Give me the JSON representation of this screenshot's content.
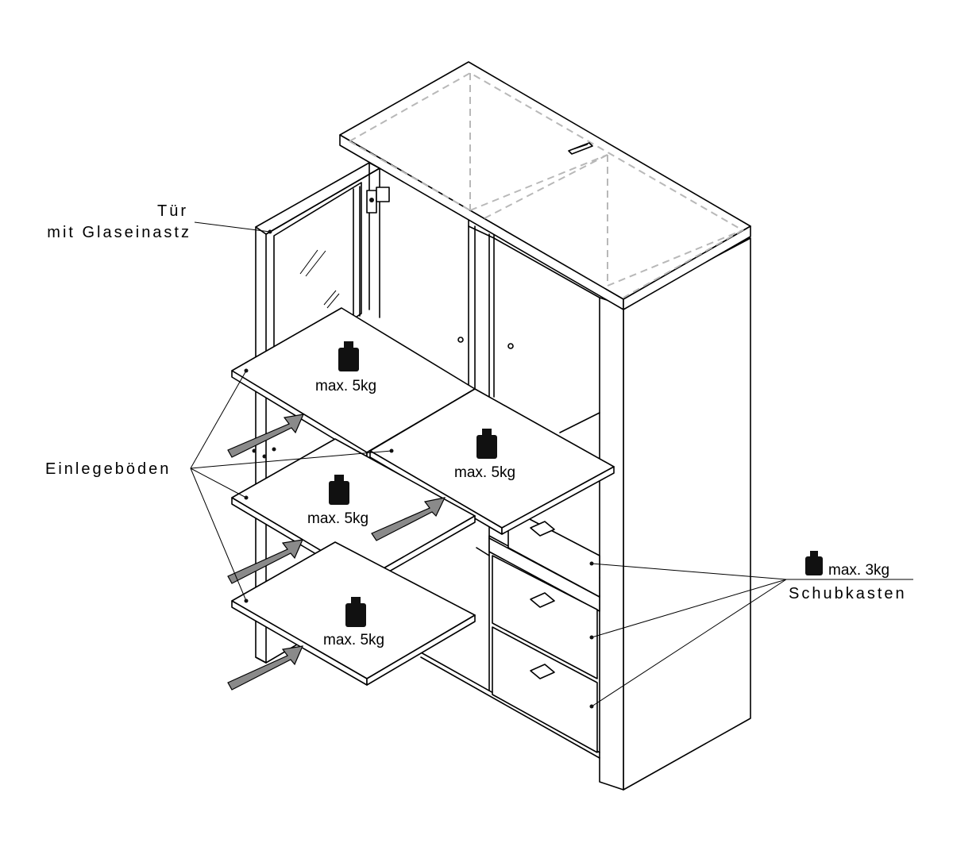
{
  "labels": {
    "door_line1": "Tür",
    "door_line2": "mit Glaseinastz",
    "shelves": "Einlegeböden",
    "drawer_load": "max. 3kg",
    "drawers": "Schubkasten"
  },
  "shelf_loads": [
    "max. 5kg",
    "max. 5kg",
    "max. 5kg",
    "max. 5kg"
  ],
  "icons": {
    "weight": "weight-icon",
    "insert_arrow": "insert-arrow-icon",
    "hinge": "hinge-icon",
    "handle": "drawer-handle-icon"
  },
  "colors": {
    "line": "#000000",
    "arrow_fill": "#8a8a8a",
    "hidden_edge": "#b8b8b8"
  }
}
